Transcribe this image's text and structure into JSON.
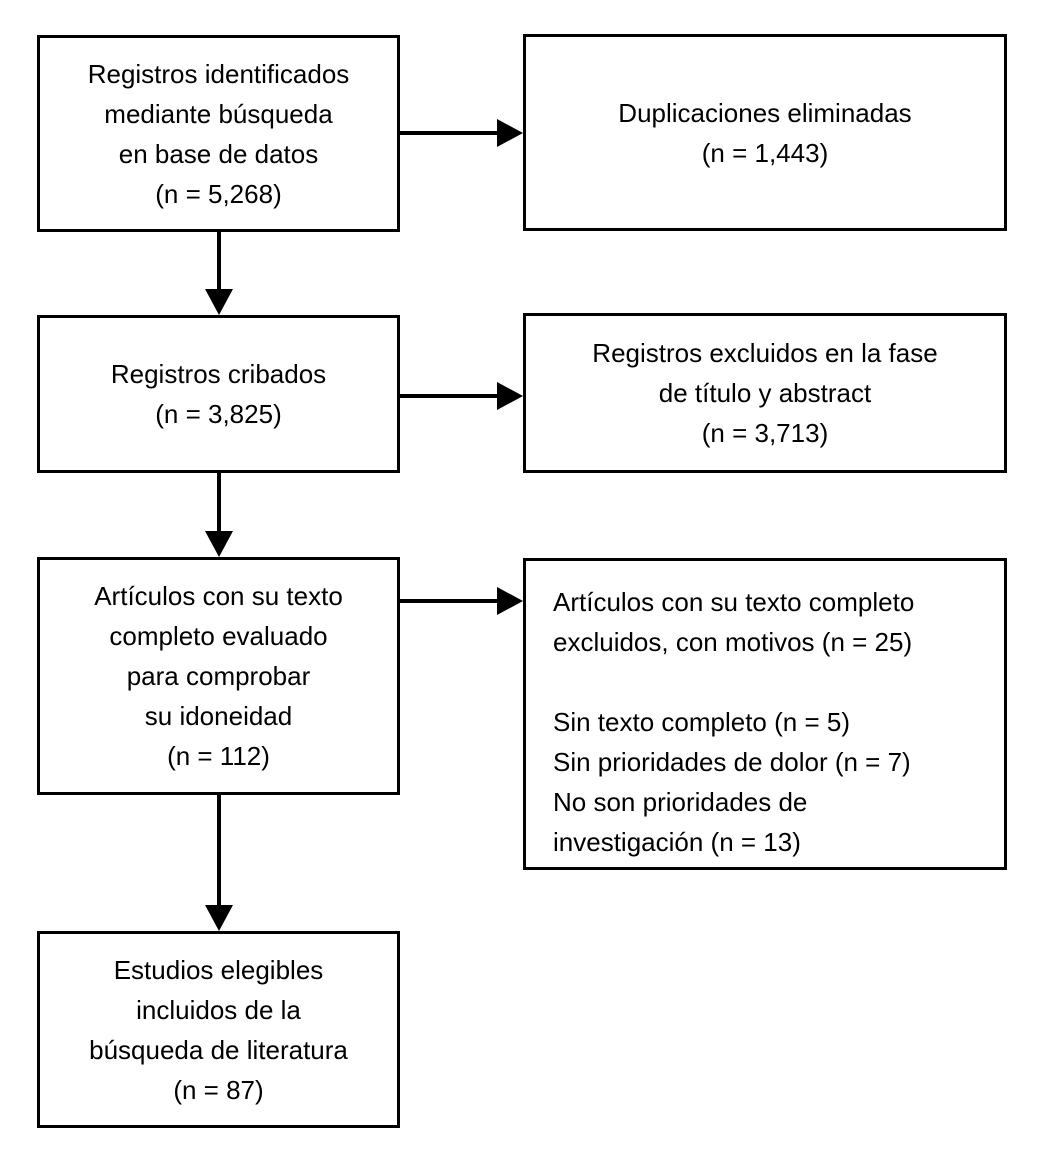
{
  "diagram": {
    "type": "prisma-flowchart",
    "background_color": "#ffffff",
    "line_color": "#000000",
    "text_color": "#000000",
    "boxes": [
      {
        "id": "records-identified",
        "column": "left",
        "row": 1,
        "n": "5,268",
        "lines": [
          "Registros identificados",
          "mediante búsqueda",
          "en base de datos",
          "(n = 5,268)"
        ]
      },
      {
        "id": "duplicates-removed",
        "column": "right",
        "row": 1,
        "n": "1,443",
        "lines": [
          "Duplicaciones eliminadas",
          "(n = 1,443)"
        ]
      },
      {
        "id": "records-screened",
        "column": "left",
        "row": 2,
        "n": "3,825",
        "lines": [
          "Registros cribados",
          "(n = 3,825)"
        ]
      },
      {
        "id": "records-excluded-title-abstract",
        "column": "right",
        "row": 2,
        "n": "3,713",
        "lines": [
          "Registros excluidos en la fase",
          "de título y abstract",
          "(n = 3,713)"
        ]
      },
      {
        "id": "fulltext-assessed",
        "column": "left",
        "row": 3,
        "n": "112",
        "lines": [
          "Artículos con su texto",
          "completo evaluado",
          "para comprobar",
          "su idoneidad",
          "(n = 112)"
        ]
      },
      {
        "id": "fulltext-excluded",
        "column": "right",
        "row": 3,
        "n": "25",
        "lines": [
          "Artículos con su texto completo",
          "excluidos, con motivos (n = 25)",
          "",
          "Sin texto completo (n = 5)",
          "Sin prioridades de dolor (n = 7)",
          "No son prioridades de",
          "investigación (n = 13)"
        ]
      },
      {
        "id": "studies-included",
        "column": "left",
        "row": 4,
        "n": "87",
        "lines": [
          "Estudios elegibles",
          "incluidos de la",
          "búsqueda de literatura",
          "(n = 87)"
        ]
      }
    ],
    "arrows": [
      {
        "id": "identified-to-duplicates",
        "direction": "right"
      },
      {
        "id": "identified-to-screened",
        "direction": "down"
      },
      {
        "id": "screened-to-excluded-title-abstract",
        "direction": "right"
      },
      {
        "id": "screened-to-fulltext",
        "direction": "down"
      },
      {
        "id": "fulltext-to-fulltext-excluded",
        "direction": "right"
      },
      {
        "id": "fulltext-to-included",
        "direction": "down"
      }
    ]
  }
}
